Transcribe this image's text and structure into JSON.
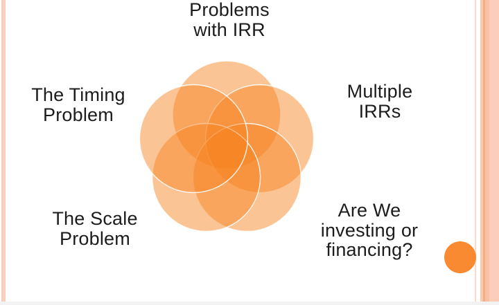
{
  "texts": {
    "title": [
      "Problems",
      "with IRR"
    ],
    "timing": [
      "The Timing",
      "Problem"
    ],
    "multiple": [
      "Multiple",
      "IRRs"
    ],
    "scale": [
      "The Scale",
      "Problem"
    ],
    "investing": [
      "Are We",
      "investing or",
      "financing?"
    ]
  },
  "diagram": {
    "type": "venn",
    "nodes": [
      {
        "id": "problems-with-irr",
        "label": "Problems with IRR",
        "position": "top"
      },
      {
        "id": "multiple-irrs",
        "label": "Multiple IRRs",
        "position": "upper-right"
      },
      {
        "id": "investing-or-financing",
        "label": "Are We investing or financing?",
        "position": "lower-right"
      },
      {
        "id": "scale-problem",
        "label": "The Scale Problem",
        "position": "lower-left"
      },
      {
        "id": "timing-problem",
        "label": "The Timing Problem",
        "position": "upper-left"
      }
    ]
  },
  "colors": {
    "venn_fill": "#F7821E",
    "venn_stroke": "#FFFFFF",
    "bullet": "#F98A31",
    "left_stripe": "#F9CDB9",
    "stripe_pale": "#FCD9C9",
    "stripe_light": "#FBC9AE",
    "stripe_dark": "#F9AC80",
    "stripe_medium": "#FAC2A4",
    "stripe_light2": "#FCCEB9",
    "footer_bar": "#F2F2F2",
    "text": "#1C1C1C"
  }
}
